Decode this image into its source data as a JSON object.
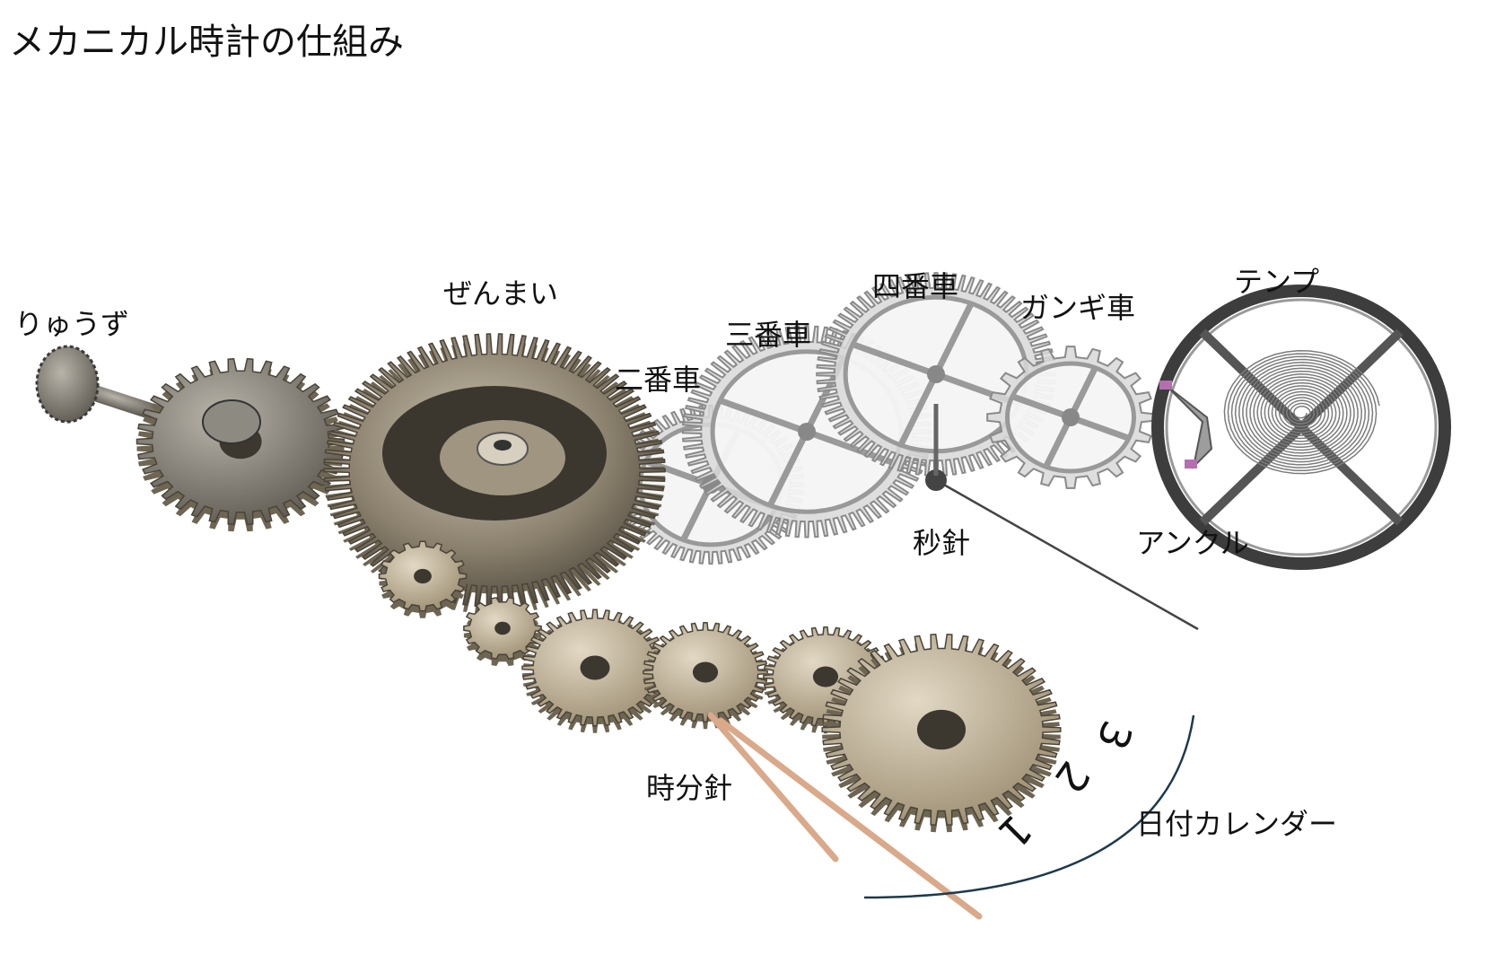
{
  "title": "メカニカル時計の仕組み",
  "labels": {
    "crown": "りゅうず",
    "mainspring": "ぜんまい",
    "second_wheel": "二番車",
    "third_wheel": "三番車",
    "fourth_wheel": "四番車",
    "escape_wheel": "ガンギ車",
    "balance": "テンプ",
    "second_hand": "秒針",
    "pallet_fork": "アンクル",
    "hour_minute_hands": "時分針",
    "date_calendar": "日付カレンダー"
  },
  "calendar_digits": [
    "1",
    "2",
    "3"
  ]
}
